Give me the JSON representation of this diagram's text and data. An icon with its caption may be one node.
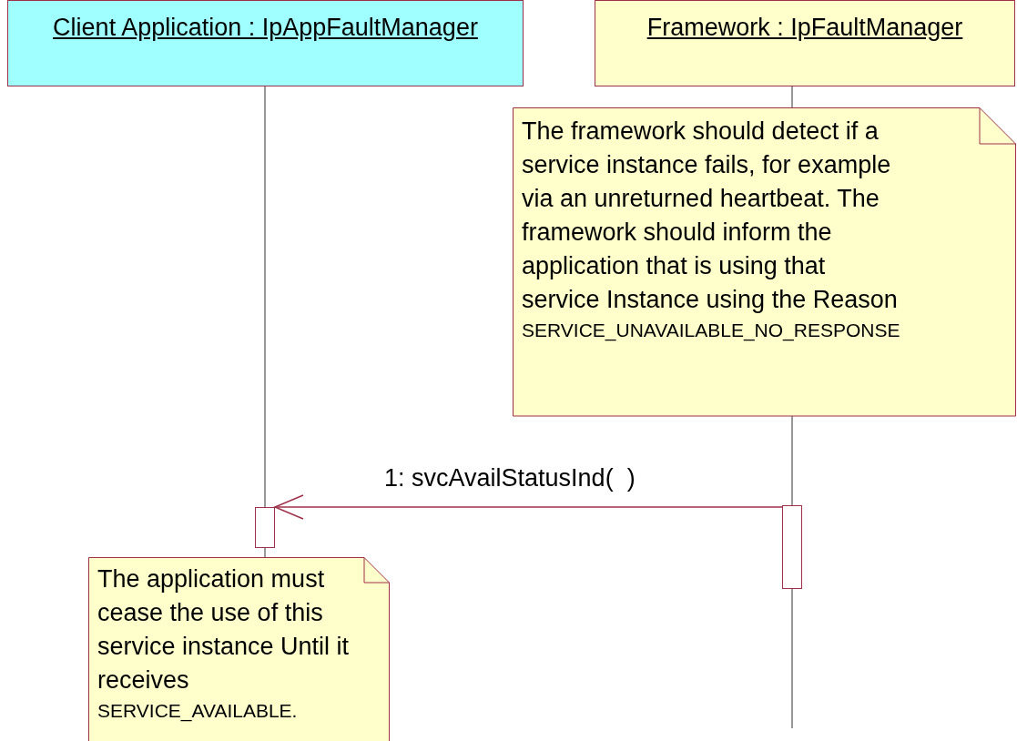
{
  "diagram": {
    "nodes": [
      {
        "text": [
          "Client Application : IpAppFaultManager"
        ]
      },
      {
        "text": [
          "Framework : IpFaultManager"
        ]
      },
      {
        "text": [
          "The framework should detect if a service instance fails, for example via an unreturned heartbeat. The framework should inform the application that is using that service Instance using the Reason",
          "SERVICE_UNAVAILABLE_NO_RESPONSE"
        ]
      },
      {
        "text": [],
        "shape": "bar"
      },
      {
        "text": [],
        "shape": "bar"
      },
      {
        "text": [
          "The application must cease the use of this service instance Until it receives",
          "SERVICE_AVAILABLE."
        ]
      }
    ],
    "edges": [
      {
        "from": 0,
        "to": 4,
        "arrow": "none"
      },
      {
        "from": 1,
        "to": 2,
        "arrow": "none"
      },
      {
        "from": 2,
        "to": 3,
        "arrow": "none"
      },
      {
        "from": 3,
        "to": 4,
        "arrow": "to",
        "label": "1: svcAvailStatusInd(  )",
        "color": "#a0304a"
      },
      {
        "from": 4,
        "to": 5,
        "arrow": "none"
      },
      {
        "from": 3,
        "to": null,
        "arrow": "none"
      }
    ]
  }
}
